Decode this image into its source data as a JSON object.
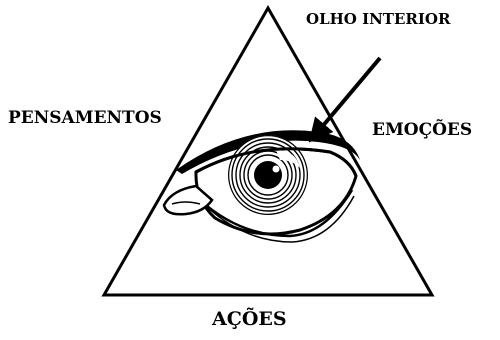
{
  "labels": {
    "top": "OLHO INTERIOR",
    "left": "PENSAMENTOS",
    "right": "EMOÇÕES",
    "bottom": "AÇÕES"
  },
  "colors": {
    "ink": "#000000",
    "background": "#ffffff"
  },
  "icons": {
    "eye": "eye-icon",
    "pointer": "arrow-icon"
  }
}
